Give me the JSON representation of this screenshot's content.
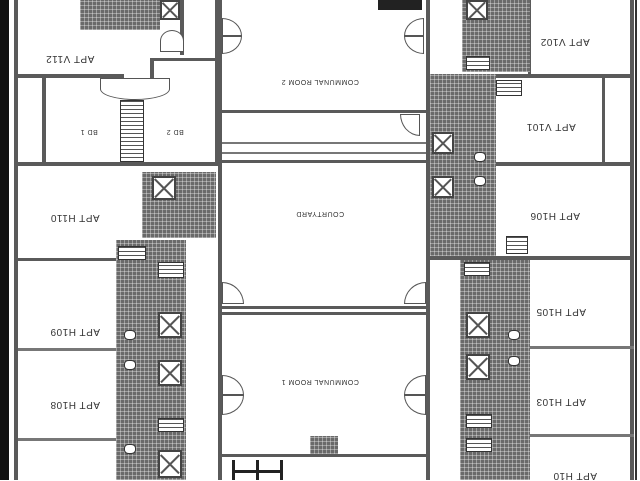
{
  "plan": {
    "orientation": "rotated 180 degrees (text appears upside down)",
    "rooms": [
      {
        "id": "apt-v112",
        "label": "APT V112"
      },
      {
        "id": "bd-1",
        "label": "BD 1"
      },
      {
        "id": "bd-2",
        "label": "BD 2"
      },
      {
        "id": "communal-room-2",
        "label": "COMMUNAL ROOM 2"
      },
      {
        "id": "apt-v102",
        "label": "APT V102"
      },
      {
        "id": "apt-v101",
        "label": "APT V101"
      },
      {
        "id": "apt-h110",
        "label": "APT H110"
      },
      {
        "id": "courtyard",
        "label": "COURTYARD"
      },
      {
        "id": "apt-h106",
        "label": "APT H106"
      },
      {
        "id": "apt-h109",
        "label": "APT H109"
      },
      {
        "id": "apt-h105",
        "label": "APT H105"
      },
      {
        "id": "communal-room-1",
        "label": "COMMUNAL ROOM 1"
      },
      {
        "id": "apt-h108",
        "label": "APT H108"
      },
      {
        "id": "apt-h103",
        "label": "APT H103"
      },
      {
        "id": "apt-partial-bottom-right",
        "label": "APT H10"
      }
    ]
  }
}
